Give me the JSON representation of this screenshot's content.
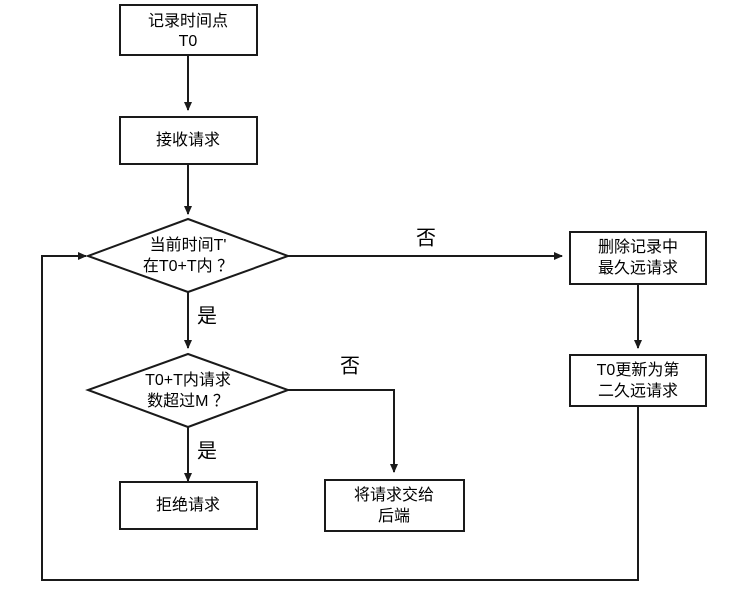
{
  "diagram": {
    "type": "flowchart",
    "title": "",
    "orientation": "top-to-bottom",
    "background_color": "#ffffff",
    "line_color": "#1a1a1a",
    "text_color": "#000000",
    "nodes": [
      {
        "id": "record-time",
        "shape": "rectangle",
        "lines": [
          "记录时间点",
          "T0"
        ],
        "line1": "记录时间点",
        "line2": "T0"
      },
      {
        "id": "receive-request",
        "shape": "rectangle",
        "lines": [
          "接收请求"
        ],
        "line1": "接收请求",
        "line2": ""
      },
      {
        "id": "check-time-window",
        "shape": "diamond",
        "lines": [
          "当前时间T'",
          "在T0+T内 ？"
        ],
        "line1": "当前时间T'",
        "line2": "在T0+T内 ？"
      },
      {
        "id": "check-request-count",
        "shape": "diamond",
        "lines": [
          "T0+T内请求",
          "数超过M ？"
        ],
        "line1": "T0+T内请求",
        "line2": "数超过M ？"
      },
      {
        "id": "reject-request",
        "shape": "rectangle",
        "lines": [
          "拒绝请求"
        ],
        "line1": "拒绝请求",
        "line2": ""
      },
      {
        "id": "forward-to-backend",
        "shape": "rectangle",
        "lines": [
          "将请求交给",
          "后端"
        ],
        "line1": "将请求交给",
        "line2": "后端"
      },
      {
        "id": "delete-oldest-record",
        "shape": "rectangle",
        "lines": [
          "删除记录中",
          "最久远请求"
        ],
        "line1": "删除记录中",
        "line2": "最久远请求"
      },
      {
        "id": "update-t0",
        "shape": "rectangle",
        "lines": [
          "T0更新为第",
          "二久远请求"
        ],
        "line1": "T0更新为第",
        "line2": "二久远请求"
      }
    ],
    "edge_labels": {
      "time_window_no": "否",
      "time_window_yes": "是",
      "count_no": "否",
      "count_yes": "是"
    }
  }
}
